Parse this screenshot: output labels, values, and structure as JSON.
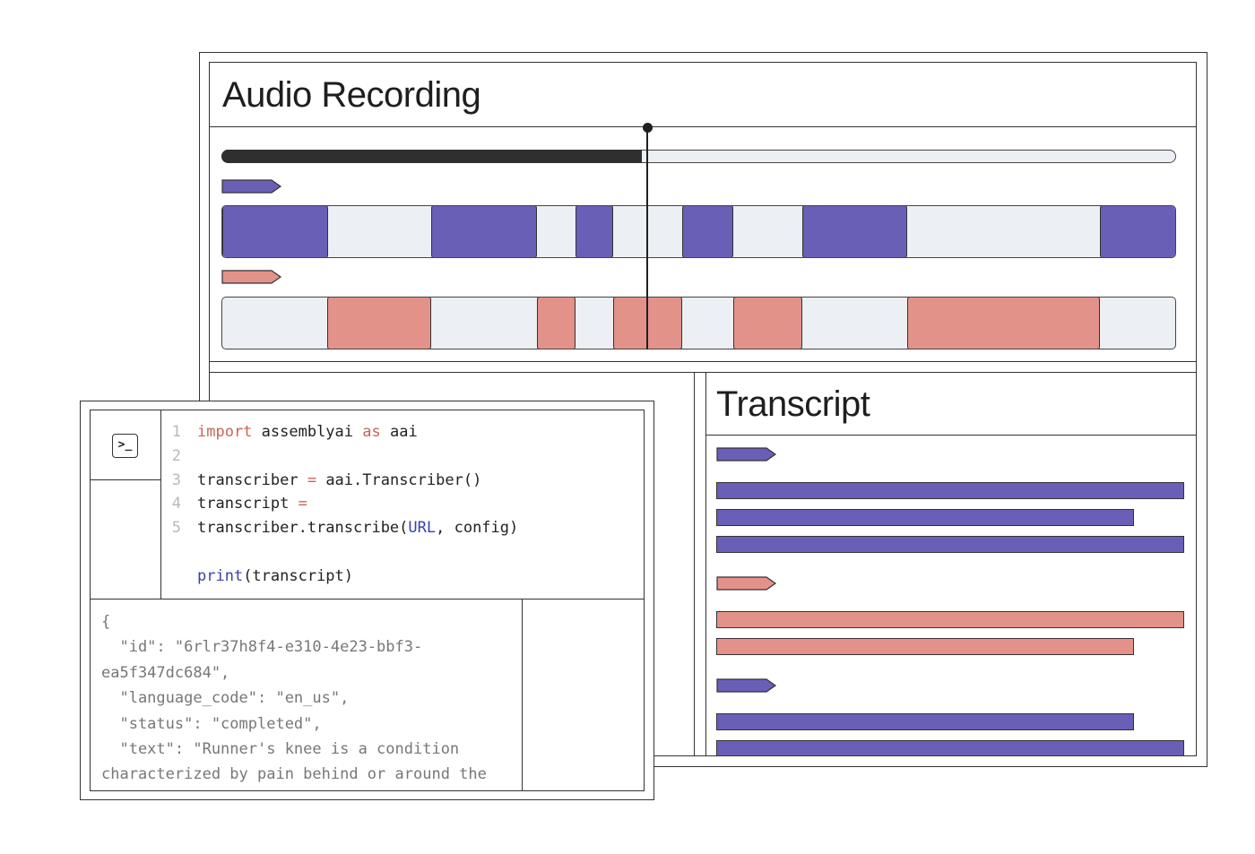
{
  "audio": {
    "title": "Audio Recording",
    "progress": 0.44,
    "colors": {
      "speaker_a": "#6a5fb6",
      "speaker_b": "#e3928a",
      "track": "#eceff3"
    }
  },
  "transcript": {
    "title": "Transcript"
  },
  "code": {
    "icon": "terminal-icon",
    "icon_glyph": ">_",
    "lines": [
      {
        "num": "1",
        "parts": [
          [
            "kw",
            "import"
          ],
          [
            "plain",
            " assemblyai "
          ],
          [
            "kw",
            "as"
          ],
          [
            "plain",
            " aai"
          ]
        ]
      },
      {
        "num": "2",
        "parts": []
      },
      {
        "num": "3",
        "parts": [
          [
            "plain",
            "transcriber "
          ],
          [
            "kw",
            "="
          ],
          [
            "plain",
            " aai.Transcriber()"
          ]
        ]
      },
      {
        "num": "4",
        "parts": [
          [
            "plain",
            "transcript "
          ],
          [
            "kw",
            "="
          ]
        ]
      },
      {
        "num": "5",
        "parts": [
          [
            "plain",
            "transcriber.transcribe("
          ],
          [
            "fn",
            "URL"
          ],
          [
            "plain",
            ", config)"
          ]
        ]
      },
      {
        "num": "",
        "parts": []
      },
      {
        "num": "",
        "parts": [
          [
            "fn",
            "print"
          ],
          [
            "plain",
            "(transcript)"
          ]
        ]
      }
    ]
  },
  "json_output": {
    "lines": [
      "{",
      "  \"id\": \"6rlr37h8f4-e310-4e23-bbf3-",
      "ea5f347dc684\",",
      "  \"language_code\": \"en_us\",",
      "  \"status\": \"completed\",",
      "  \"text\": \"Runner's knee is a condition",
      "characterized by pain behind or around the"
    ]
  }
}
